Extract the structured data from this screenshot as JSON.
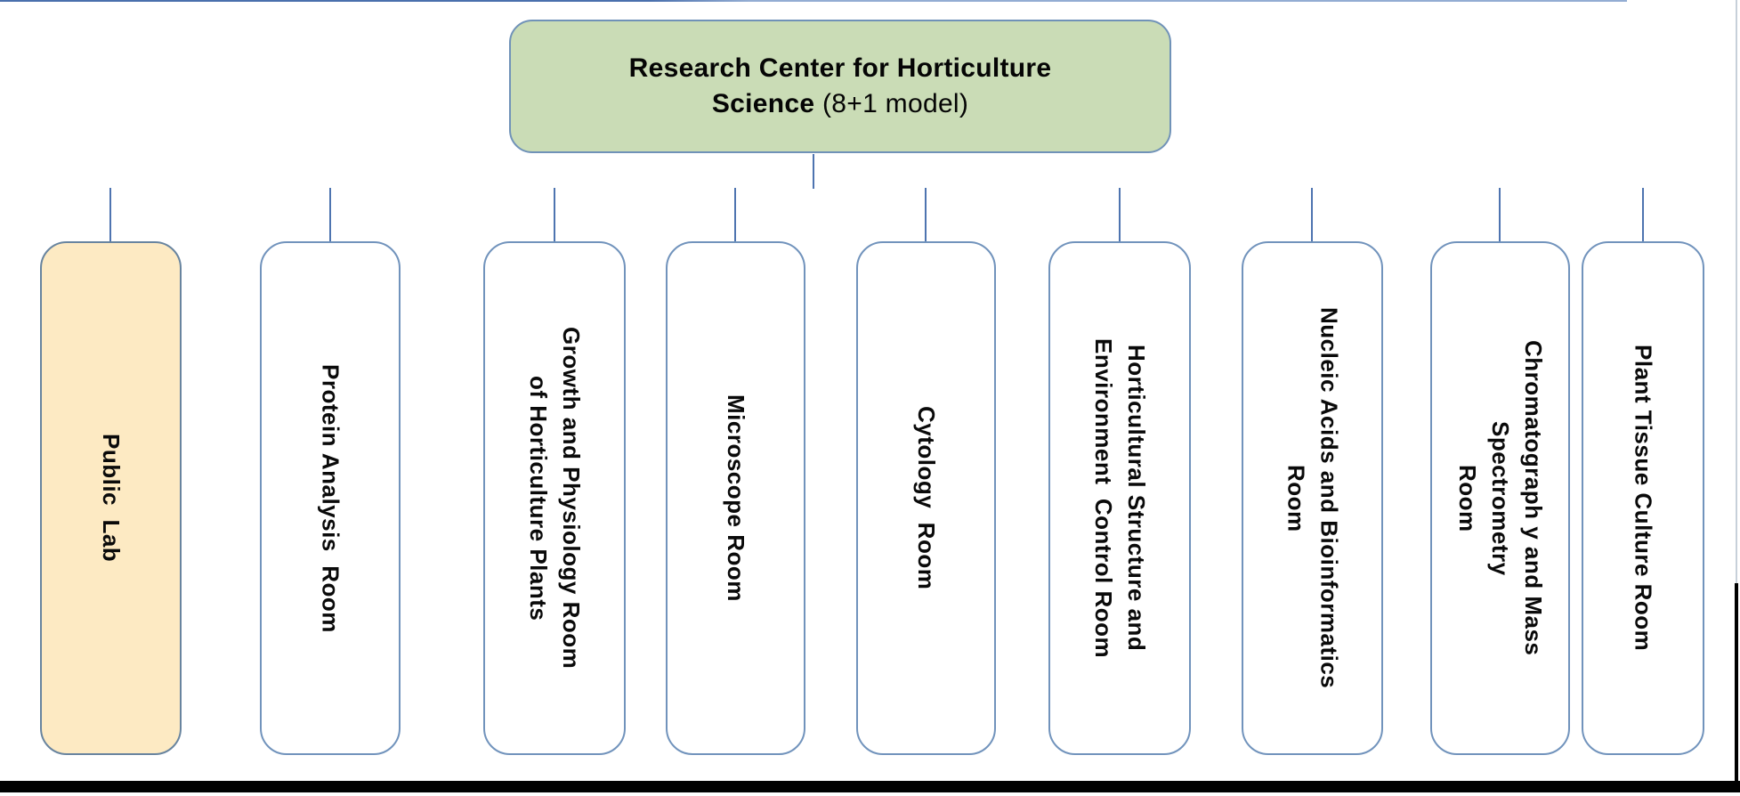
{
  "diagram": {
    "root": {
      "title_line1": "Research Center for Horticulture",
      "title_line2_bold": "Science",
      "title_line2_rest": "(8+1 model)"
    },
    "departments": [
      {
        "label": "Public  Lab",
        "highlighted": true
      },
      {
        "label": "Protein Analysis  Room",
        "highlighted": false
      },
      {
        "label": "Growth and Physiology Room\nof Horticulture Plants",
        "highlighted": false
      },
      {
        "label": "Microscope Room",
        "highlighted": false
      },
      {
        "label": "Cytology  Room",
        "highlighted": false
      },
      {
        "label": "Horticultural Structure and\nEnvironment  Control Room",
        "highlighted": false
      },
      {
        "label": "Nucleic Acids and Bioinformatics\nRoom",
        "highlighted": false
      },
      {
        "label": "Chromatograph y and Mass\nSpectrometry\nRoom",
        "highlighted": false
      },
      {
        "label": "Plant Tissue Culture Room",
        "highlighted": false
      }
    ],
    "colors": {
      "root_fill": "#cadcb6",
      "root_border": "#7092b8",
      "child_border": "#7193bc",
      "highlight_fill": "#fdeac3",
      "connector_blue": "#4e74b0",
      "bottom_rule": "#000000"
    }
  }
}
